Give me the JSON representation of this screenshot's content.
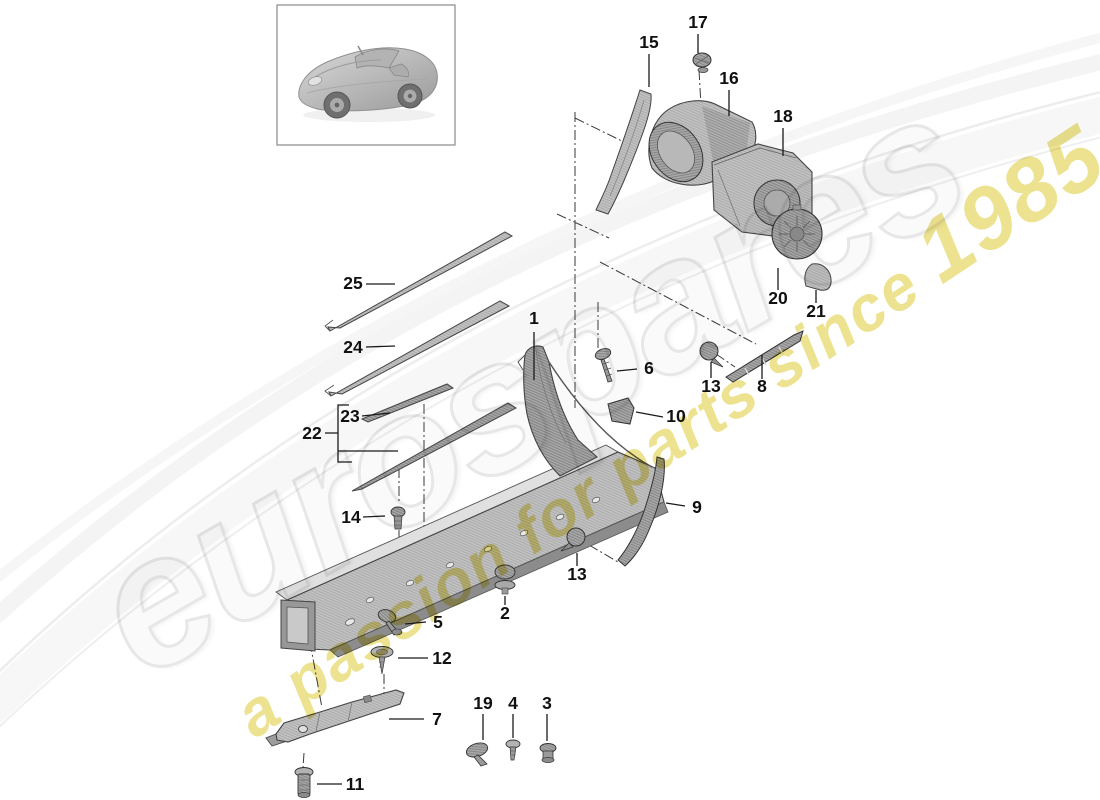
{
  "theme": {
    "brand_fill": "#fafafa",
    "brand_stroke": "#e7e7e7",
    "tagline_color": "#ece28f",
    "line_color": "#1a1a1a",
    "center_line_color": "#3a3a3a",
    "part_fill_light": "#d6d6d6",
    "part_fill_mid": "#c2c2c2",
    "part_fill_dark": "#a8a8a8"
  },
  "watermark": {
    "brand": "eurospares",
    "tagline": "a passion for parts since ",
    "year": "1985"
  },
  "thumbnail": {
    "icon": "car-thumbnail",
    "description": "sports-car-three-quarter-view"
  },
  "diagram": {
    "labels": [
      {
        "num": "1"
      },
      {
        "num": "2"
      },
      {
        "num": "3"
      },
      {
        "num": "4"
      },
      {
        "num": "5"
      },
      {
        "num": "6"
      },
      {
        "num": "7"
      },
      {
        "num": "8"
      },
      {
        "num": "9"
      },
      {
        "num": "10"
      },
      {
        "num": "11"
      },
      {
        "num": "12"
      },
      {
        "num": "13"
      },
      {
        "num": "13"
      },
      {
        "num": "14"
      },
      {
        "num": "15"
      },
      {
        "num": "16"
      },
      {
        "num": "17"
      },
      {
        "num": "18"
      },
      {
        "num": "19"
      },
      {
        "num": "20"
      },
      {
        "num": "21"
      },
      {
        "num": "22"
      },
      {
        "num": "23"
      },
      {
        "num": "24"
      },
      {
        "num": "25"
      }
    ]
  }
}
